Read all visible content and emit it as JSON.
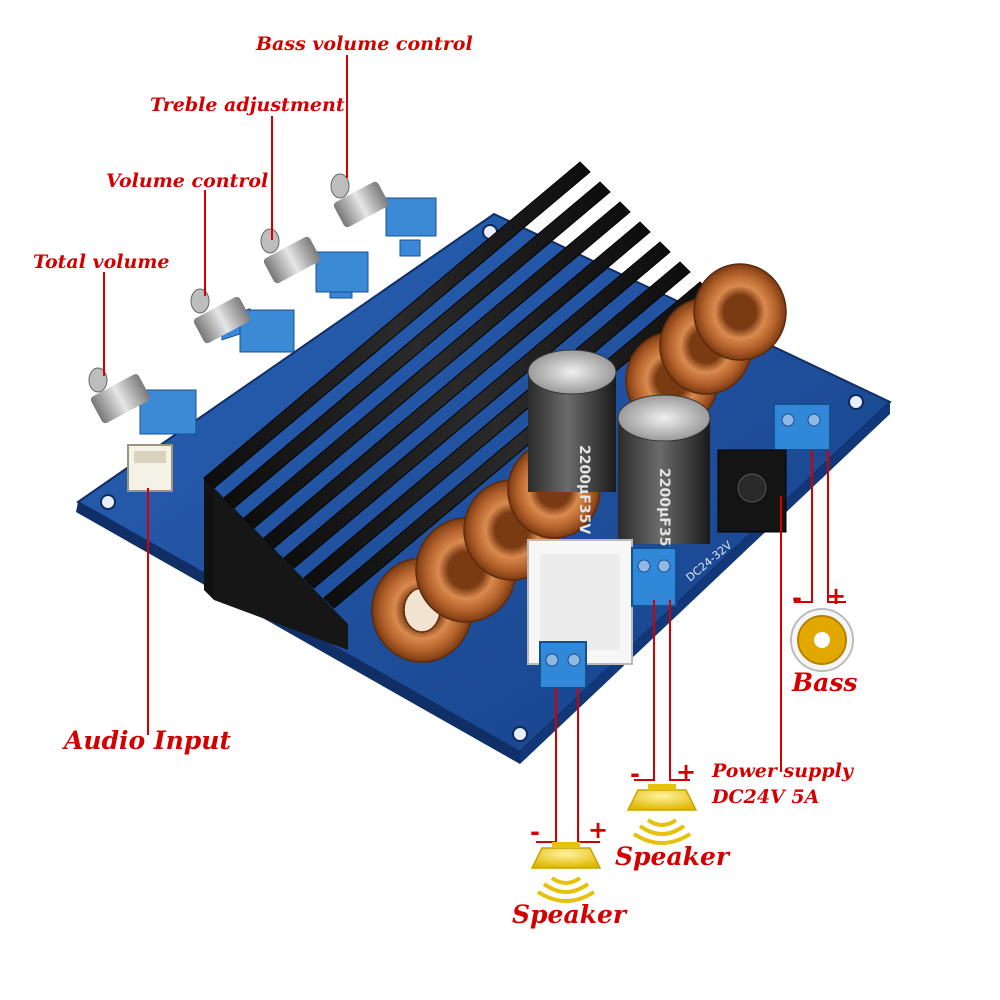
{
  "labels": {
    "bass_volume_control": "Bass volume control",
    "treble_adjustment": "Treble adjustment",
    "volume_control": "Volume control",
    "total_volume": "Total volume",
    "audio_input": "Audio Input",
    "power_supply_line1": "Power supply",
    "power_supply_line2": "DC24V 5A",
    "bass": "Bass",
    "speaker_left": "Speaker",
    "speaker_right": "Speaker"
  },
  "polarity": {
    "minus": "-",
    "plus": "+"
  },
  "board": {
    "capacitor_text_1": "2200µF35V",
    "capacitor_text_2": "2200µF35V",
    "board_voltage": "DC24-32V"
  },
  "colors": {
    "label_red": "#d40000",
    "pcb_blue": "#1f4f9c",
    "heatsink_black": "#151515",
    "copper": "#c0703a",
    "speaker_yellow": "#f3d21a",
    "bass_jack_gold": "#e0a800"
  },
  "icons": {
    "speaker": "speaker-icon",
    "bass_jack": "rca-jack-icon",
    "potentiometer": "knob-icon"
  }
}
